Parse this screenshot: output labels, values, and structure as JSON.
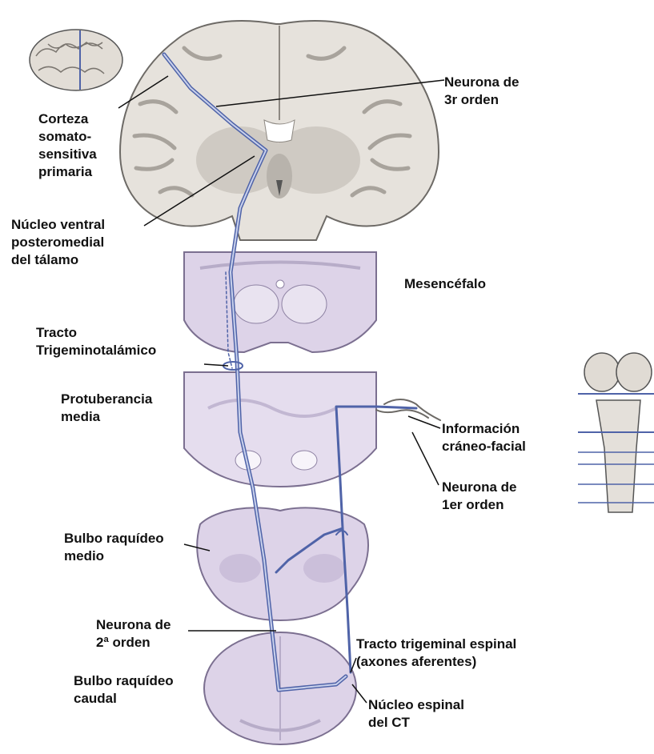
{
  "labels": {
    "neurona_3r": "Neurona de\n3r orden",
    "corteza": "Corteza\nsomato-\nsensitiva\nprimaria",
    "nucleo_vpm": "Núcleo ventral\nposteromedial\ndel tálamo",
    "mesencefalo": "Mesencéfalo",
    "tracto_trigeminotalamico": "Tracto\nTrigeminotalámico",
    "protuberancia": "Protuberancia\nmedia",
    "informacion": "Información\ncráneo-facial",
    "neurona_1er": "Neurona de\n1er orden",
    "bulbo_medio": "Bulbo raquídeo\nmedio",
    "neurona_2": "Neurona  de\n2ª orden",
    "tracto_espinal": "Tracto trigeminal espinal\n(axones aferentes)",
    "bulbo_caudal": "Bulbo raquídeo\ncaudal",
    "nucleo_espinal": "Núcleo espinal\ndel CT"
  },
  "colors": {
    "tract": "#4f63a8",
    "tract_fill": "#c9d1ec",
    "brain": "#e6e2dc",
    "brain_outline": "#6d6a66",
    "gray_matter": "#bdb8b1",
    "section": "#ddd3e8",
    "section_outline": "#7b6f90"
  }
}
